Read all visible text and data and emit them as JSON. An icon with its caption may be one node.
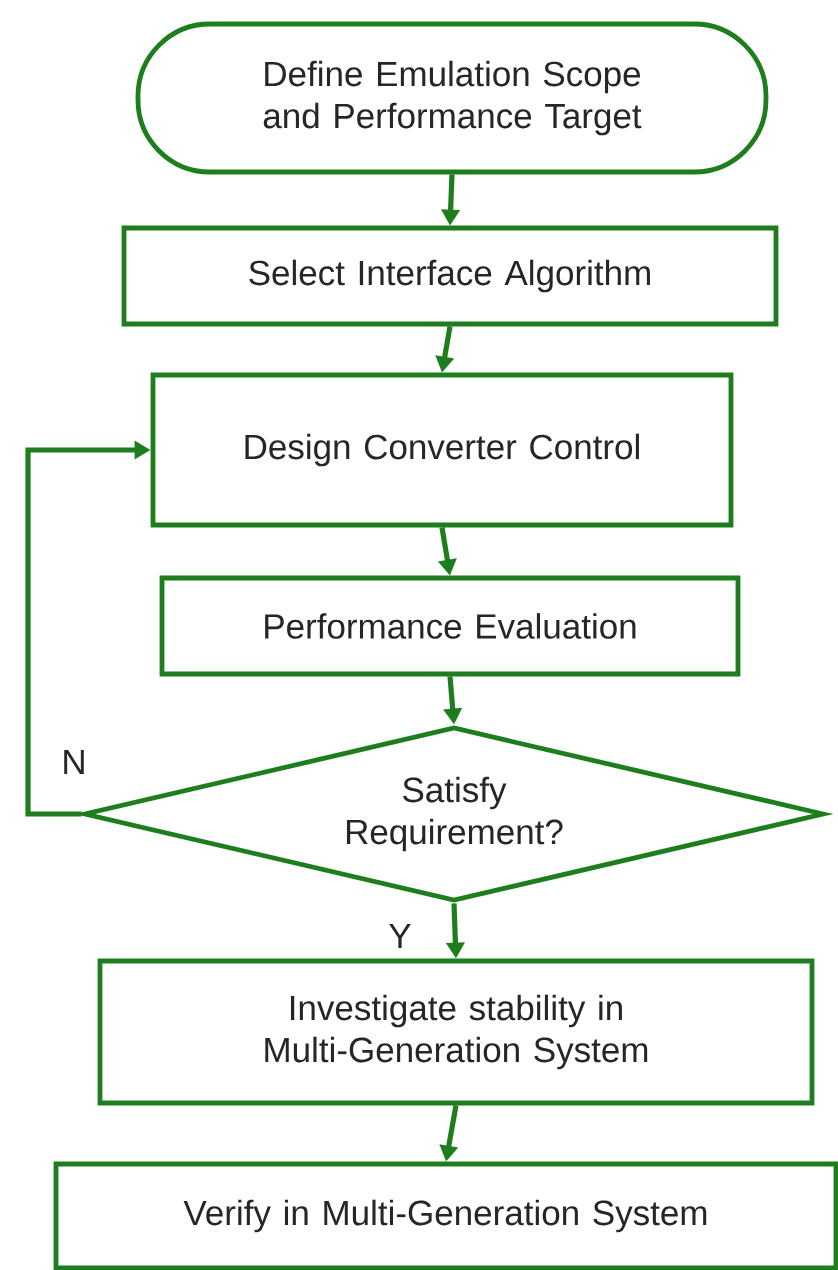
{
  "diagram": {
    "nodes": [
      {
        "text": [
          "Define Emulation Scope and Performance Target"
        ]
      },
      {
        "text": [
          "Select Interface Algorithm"
        ]
      },
      {
        "text": [
          "Design Converter Control"
        ]
      },
      {
        "text": [
          "Performance Evaluation"
        ]
      },
      {
        "text": [
          "Satisfy Requirement?"
        ]
      },
      {
        "text": [
          "Investigate stability in Multi-Generation System"
        ]
      },
      {
        "text": [
          "Verify in Multi-Generation System"
        ]
      }
    ],
    "edges": [
      {
        "from": 0,
        "to": 1,
        "arrow": "to"
      },
      {
        "from": 1,
        "to": 2,
        "arrow": "to"
      },
      {
        "from": 2,
        "to": 3,
        "arrow": "to"
      },
      {
        "from": 3,
        "to": 4,
        "arrow": "to"
      },
      {
        "from": 4,
        "to": 5,
        "arrow": "to",
        "label": "Y"
      },
      {
        "from": 4,
        "to": 2,
        "arrow": "to",
        "label": "N"
      },
      {
        "from": 5,
        "to": 6,
        "arrow": "to"
      }
    ]
  }
}
